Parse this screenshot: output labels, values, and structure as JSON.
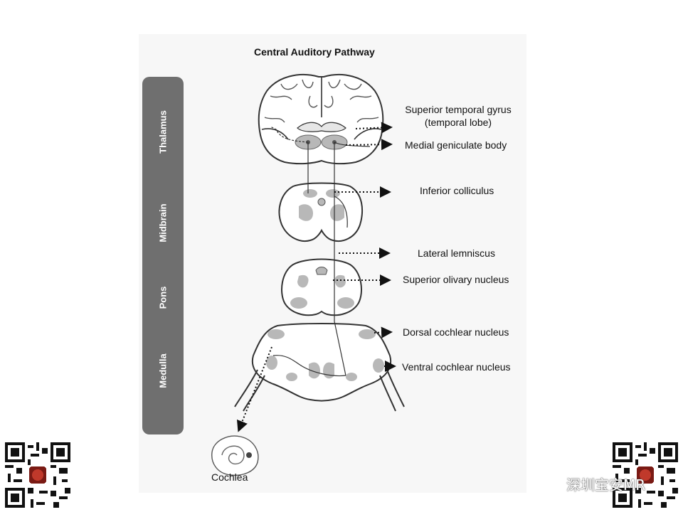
{
  "title": "Central Auditory Pathway",
  "levels": {
    "thalamus": "Thalamus",
    "midbrain": "Midbrain",
    "pons": "Pons",
    "medulla": "Medulla"
  },
  "labels": {
    "superior_temporal_gyrus": "Superior temporal gyrus",
    "temporal_lobe": "(temporal lobe)",
    "medial_geniculate_body": "Medial geniculate body",
    "inferior_colliculus": "Inferior colliculus",
    "lateral_lemniscus": "Lateral lemniscus",
    "superior_olivary_nucleus": "Superior olivary nucleus",
    "dorsal_cochlear_nucleus": "Dorsal cochlear nucleus",
    "ventral_cochlear_nucleus": "Ventral cochlear nucleus",
    "cochlea": "Cochlea"
  },
  "watermark": "深圳宝安MR",
  "colors": {
    "level_bar": "#6f6f6f",
    "nucleus_fill": "#b8b8b8",
    "tissue_fill": "#ffffff",
    "outline": "#333333"
  }
}
